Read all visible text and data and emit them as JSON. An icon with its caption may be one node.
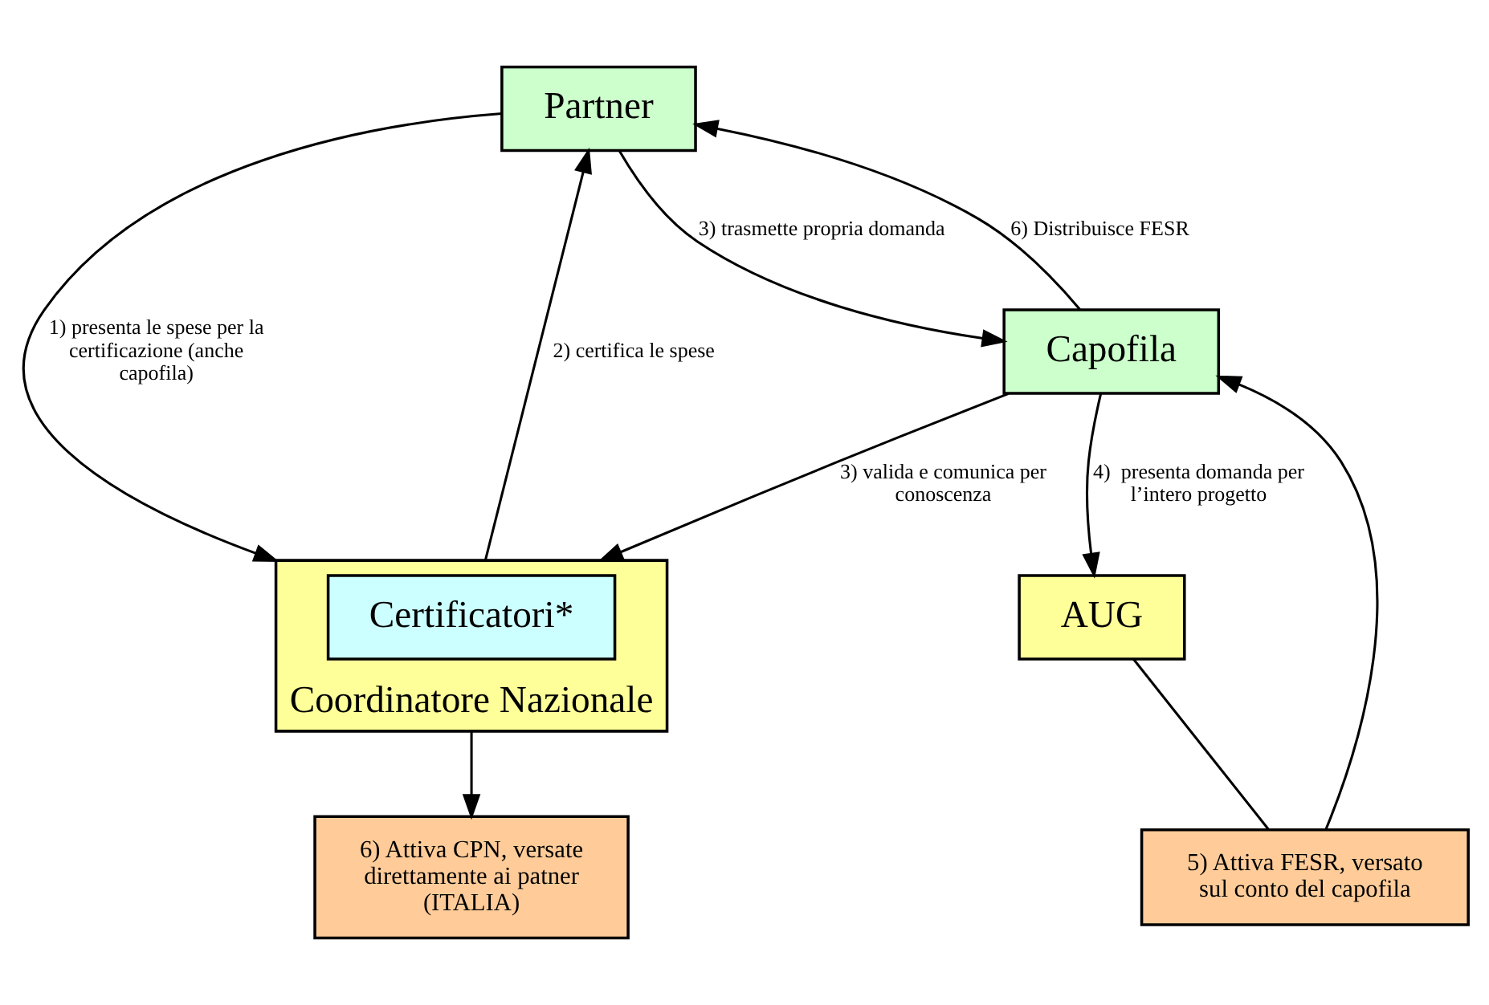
{
  "diagram": {
    "nodes": [
      {
        "text": [
          "Partner"
        ]
      },
      {
        "text": [
          "Coordinatore Nazionale"
        ]
      },
      {
        "text": [
          "Certificatori*"
        ],
        "in": 1
      },
      {
        "text": [
          "6) Attiva CPN, versate direttamente ai patner (ITALIA)"
        ]
      },
      {
        "text": [
          "Capofila"
        ]
      },
      {
        "text": [
          "AUG"
        ]
      },
      {
        "text": [
          "5) Attiva FESR, versato sul conto del capofila"
        ]
      }
    ],
    "edges": [
      {
        "from": 0,
        "to": 1,
        "arrow": "to",
        "label": "1) presenta le spese per la certificazione (anche capofila)"
      },
      {
        "from": 1,
        "to": 0,
        "arrow": "to",
        "label": "2) certifica le spese"
      },
      {
        "from": 0,
        "to": 4,
        "arrow": "to",
        "label": "3) trasmette propria domanda"
      },
      {
        "from": 4,
        "to": 0,
        "arrow": "to",
        "label": "6) Distribuisce FESR"
      },
      {
        "from": 4,
        "to": 1,
        "arrow": "to",
        "label": "3) valida e comunica per conoscenza"
      },
      {
        "from": 1,
        "to": 3,
        "arrow": "to"
      },
      {
        "from": 4,
        "to": 5,
        "arrow": "to",
        "label": "4)  presenta domanda per  l’intero progetto"
      },
      {
        "from": 5,
        "to": 6,
        "arrow": "none"
      },
      {
        "from": 6,
        "to": 4,
        "arrow": "to"
      }
    ]
  }
}
